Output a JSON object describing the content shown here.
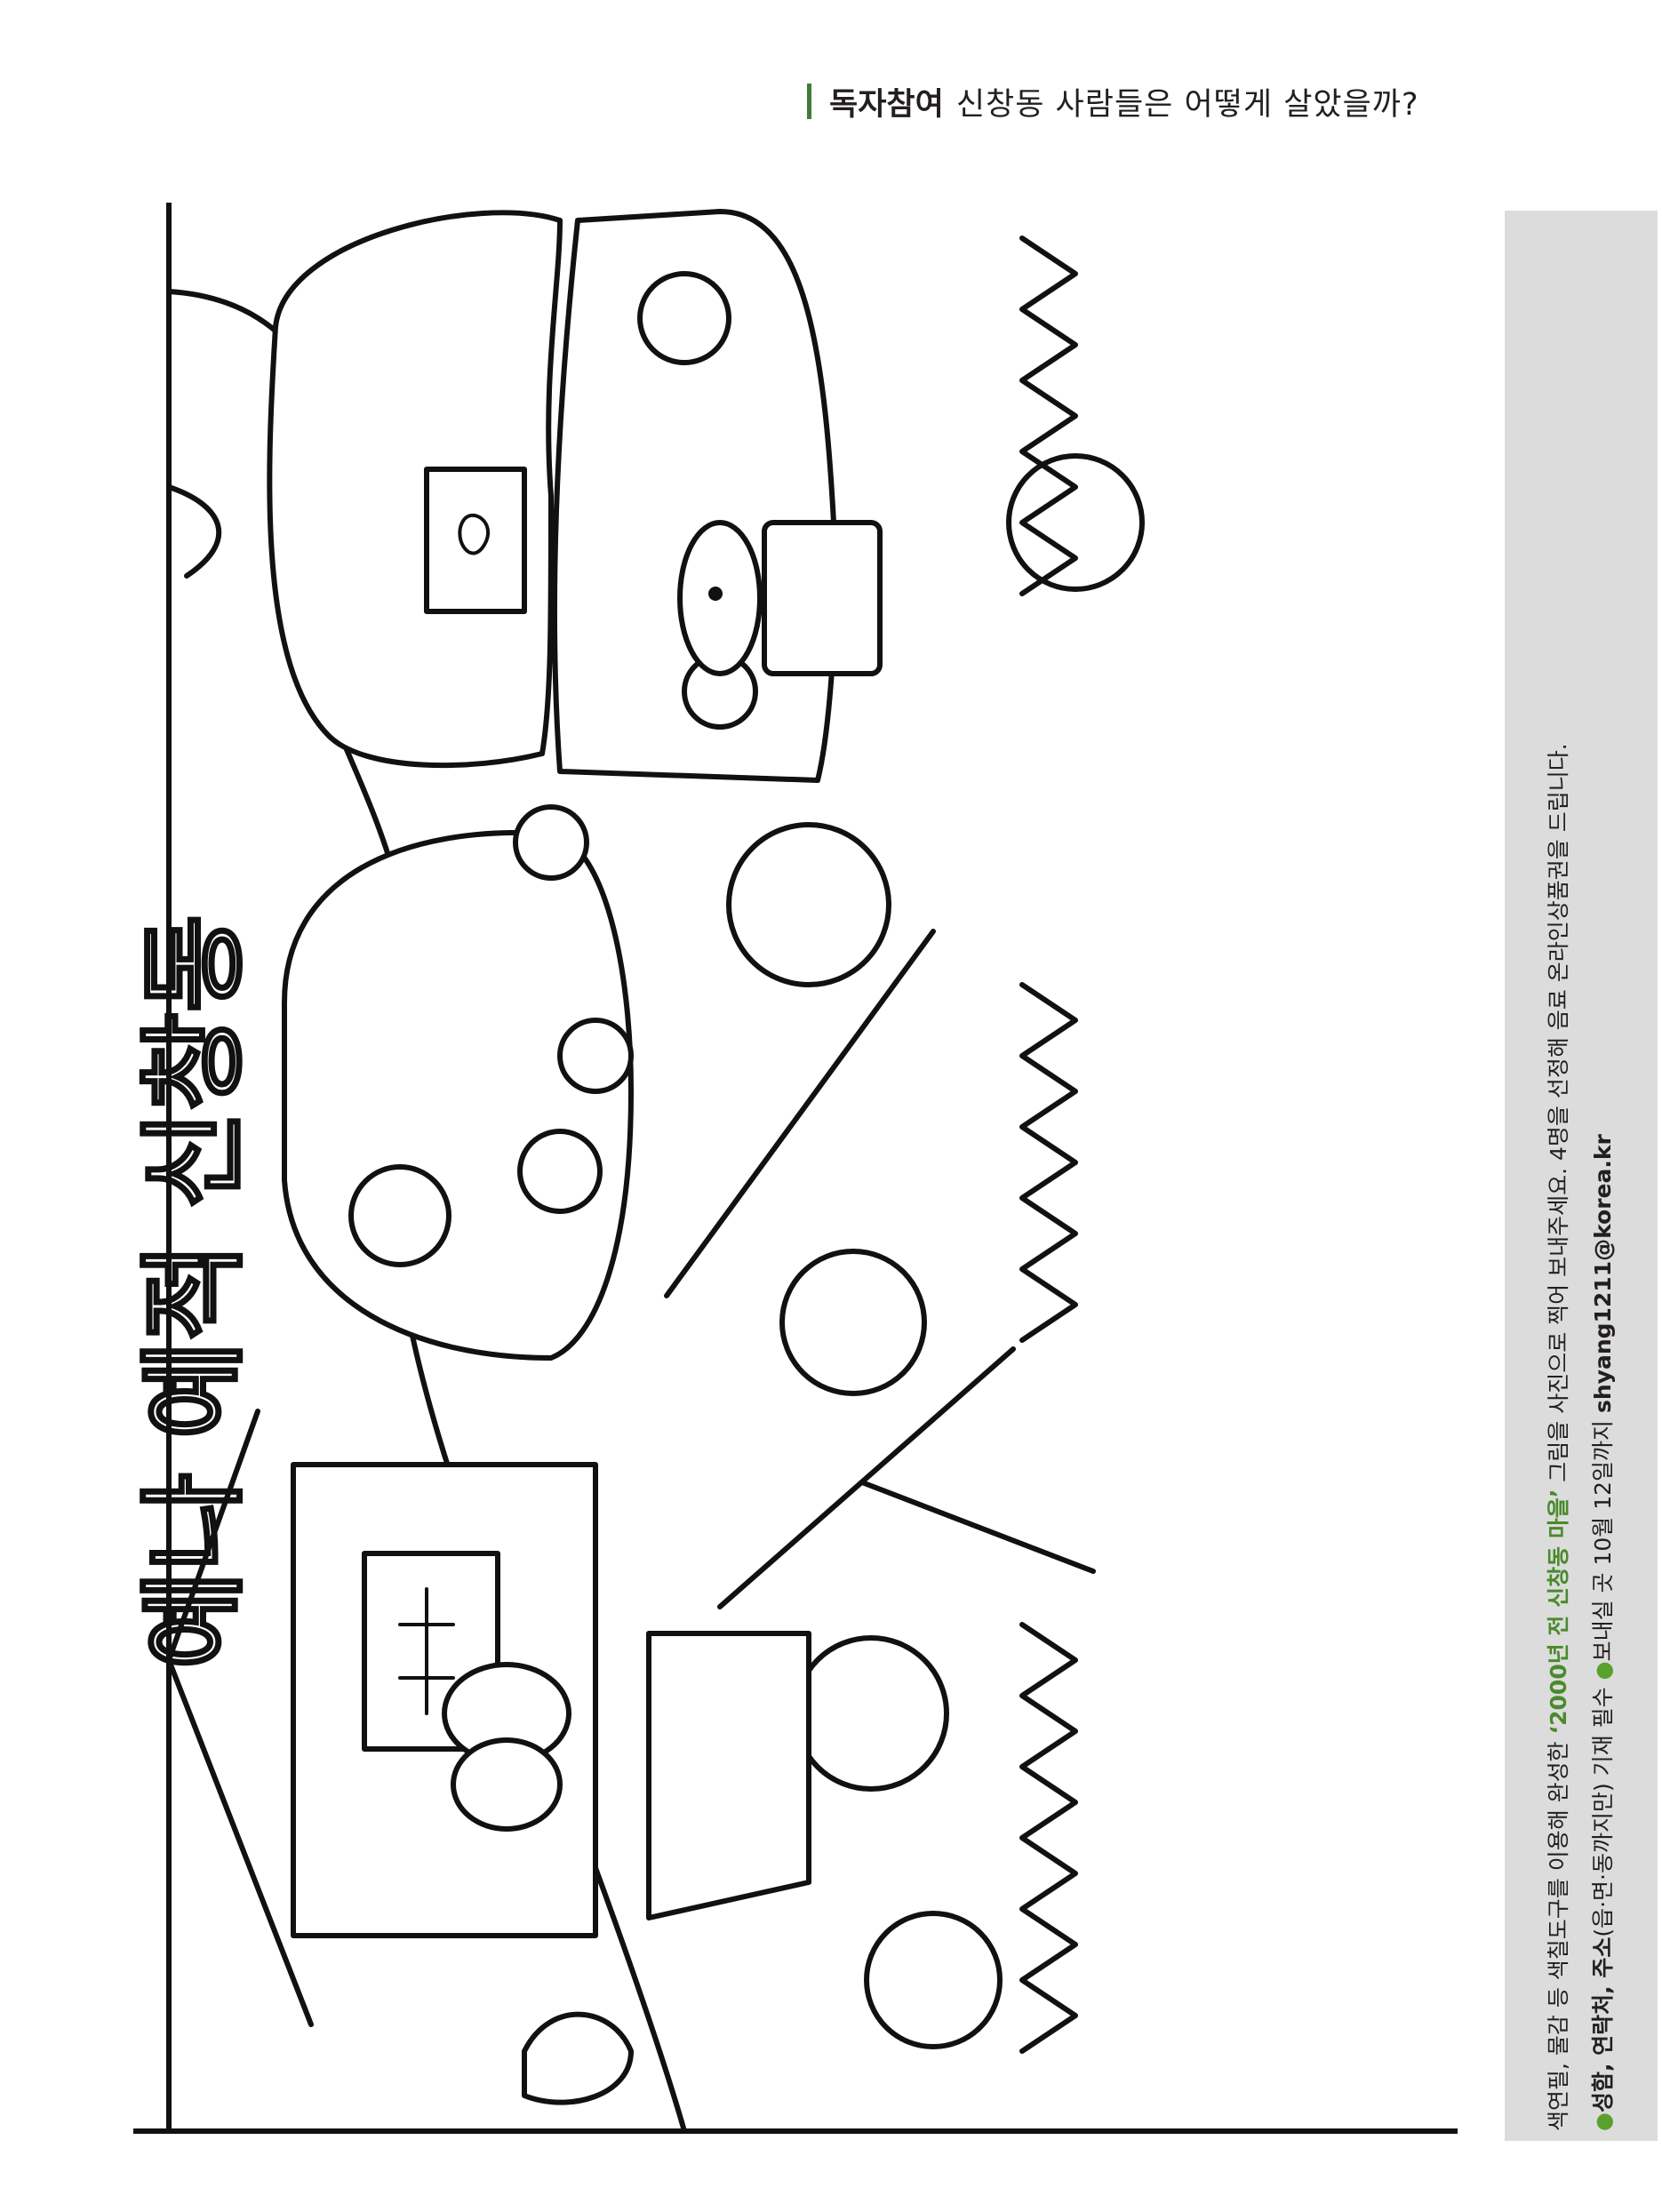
{
  "header": {
    "category": "독자참여",
    "title": "신창동 사람들은 어떻게 살았을까?",
    "accent_color": "#3f7d36"
  },
  "illustration": {
    "title_line1": "예나 예적 신창동",
    "title_line2": "시골 시기ㄴ 은ㅇ"
  },
  "sidebar": {
    "background_color": "#dcdcdc",
    "line1_pre": "색연필, 물감 등 색칠도구를 이용해 완성한 ",
    "line1_highlight": "‘2000년 전 신창동 마을’",
    "line1_post": " 그림을 사진으로 찍어 보내주세요. 4명을 선정해 음료 온라인상품권을 드립니다.",
    "line2_bullet": "●",
    "line2_bold": "성함, 연락처, 주소",
    "line2_rest": "(읍·면·동까지만) 기재 필수",
    "line2_bullet2": "●",
    "line2_send": "보내실 곳 10월 12일까지 ",
    "line2_email": "shyang1211@korea.kr",
    "highlight_color": "#4a8a2c"
  }
}
